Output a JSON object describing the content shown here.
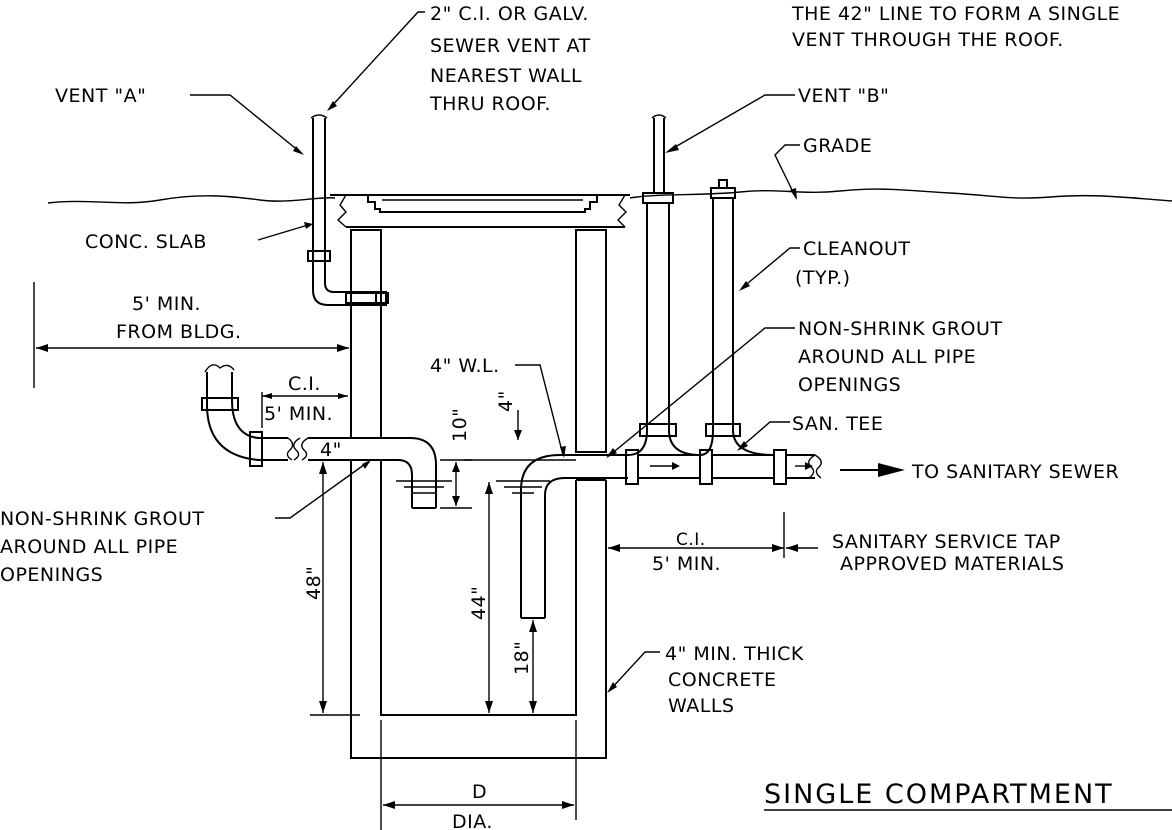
{
  "labels": {
    "note_top_right_1": "THE 42\" LINE TO FORM A SINGLE",
    "note_top_right_2": "VENT THROUGH THE ROOF.",
    "vent_note_1": "2\" C.I. OR GALV.",
    "vent_note_2": "SEWER VENT AT",
    "vent_note_3": "NEAREST WALL",
    "vent_note_4": "THRU ROOF.",
    "vent_a": "VENT \"A\"",
    "vent_b": "VENT \"B\"",
    "grade": "GRADE",
    "conc_slab": "CONC. SLAB",
    "cleanout_1": "CLEANOUT",
    "cleanout_2": "(TYP.)",
    "grout_right_1": "NON-SHRINK GROUT",
    "grout_right_2": "AROUND ALL PIPE",
    "grout_right_3": "OPENINGS",
    "min_bldg_1": "5' MIN.",
    "min_bldg_2": "FROM BLDG.",
    "ci_left": "C.I.",
    "min_left": "5' MIN.",
    "pipe_4in": "4\"",
    "wl": "4\" W.L.",
    "dim_10": "10\"",
    "dim_4": "4\"",
    "san_tee": "SAN. TEE",
    "to_sewer": "TO SANITARY SEWER",
    "grout_left_1": "NON-SHRINK GROUT",
    "grout_left_2": "AROUND ALL PIPE",
    "grout_left_3": "OPENINGS",
    "ci_right": "C.I.",
    "min_right": "5' MIN.",
    "tap_1": "SANITARY SERVICE TAP",
    "tap_2": "APPROVED MATERIALS",
    "dim_48": "48\"",
    "dim_44": "44\"",
    "dim_18": "18\"",
    "walls_1": "4\" MIN. THICK",
    "walls_2": "CONCRETE",
    "walls_3": "WALLS",
    "d": "D",
    "dia": "DIA.",
    "title": "SINGLE COMPARTMENT"
  }
}
